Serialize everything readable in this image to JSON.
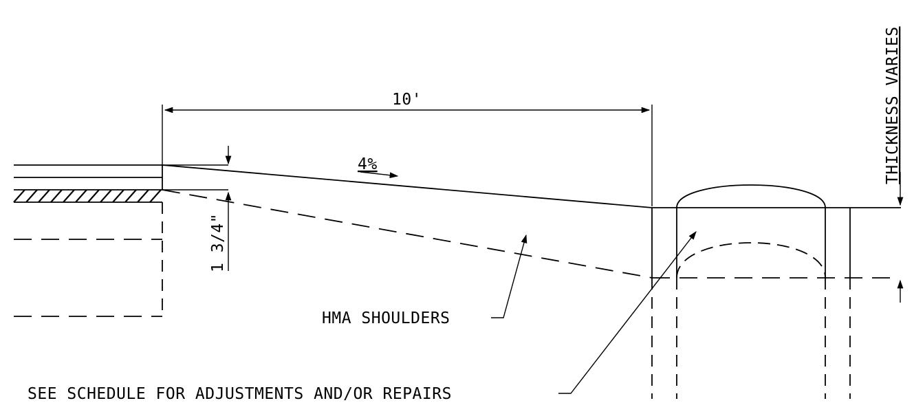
{
  "labels": {
    "width_dimension": "10'",
    "slope": "4%",
    "step_dimension": "1 3/4\"",
    "thickness": "THICKNESS VARIES",
    "shoulders_callout": "HMA SHOULDERS",
    "schedule_callout": "SEE SCHEDULE FOR ADJUSTMENTS AND/OR REPAIRS"
  }
}
